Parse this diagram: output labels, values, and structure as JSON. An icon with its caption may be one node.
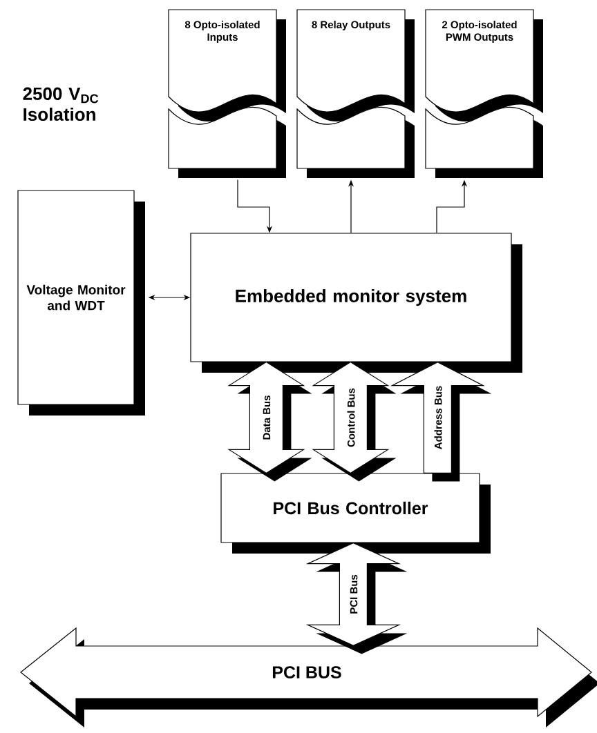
{
  "diagram": {
    "nodes": [
      {
        "text": [
          "8 Opto-isolated Inputs"
        ]
      },
      {
        "text": [
          "8 Relay Outputs"
        ]
      },
      {
        "text": [
          "2 Opto-isolated PWM Outputs"
        ]
      },
      {
        "text": [
          "Voltage Monitor and WDT"
        ]
      },
      {
        "text": [
          "Embedded monitor system"
        ]
      },
      {
        "text": [
          "PCI Bus Controller"
        ]
      },
      {
        "text": [
          "PCI BUS"
        ]
      }
    ],
    "edges": [
      {
        "from": 0,
        "to": 4,
        "arrow": "to"
      },
      {
        "from": 4,
        "to": 1,
        "arrow": "to"
      },
      {
        "from": 4,
        "to": 2,
        "arrow": "to"
      },
      {
        "from": 3,
        "to": 4,
        "arrow": "both"
      },
      {
        "from": 4,
        "to": 5,
        "arrow": "both",
        "label": "Data Bus",
        "style": "thick"
      },
      {
        "from": 4,
        "to": 5,
        "arrow": "both",
        "label": "Control Bus",
        "style": "thick"
      },
      {
        "from": 5,
        "to": 4,
        "arrow": "to",
        "label": "Address Bus",
        "style": "thick"
      },
      {
        "from": 5,
        "to": 6,
        "arrow": "both",
        "label": "PCI Bus",
        "style": "thick"
      }
    ],
    "labels": [
      "2500 V$_{DC}$ Isolation"
    ]
  }
}
